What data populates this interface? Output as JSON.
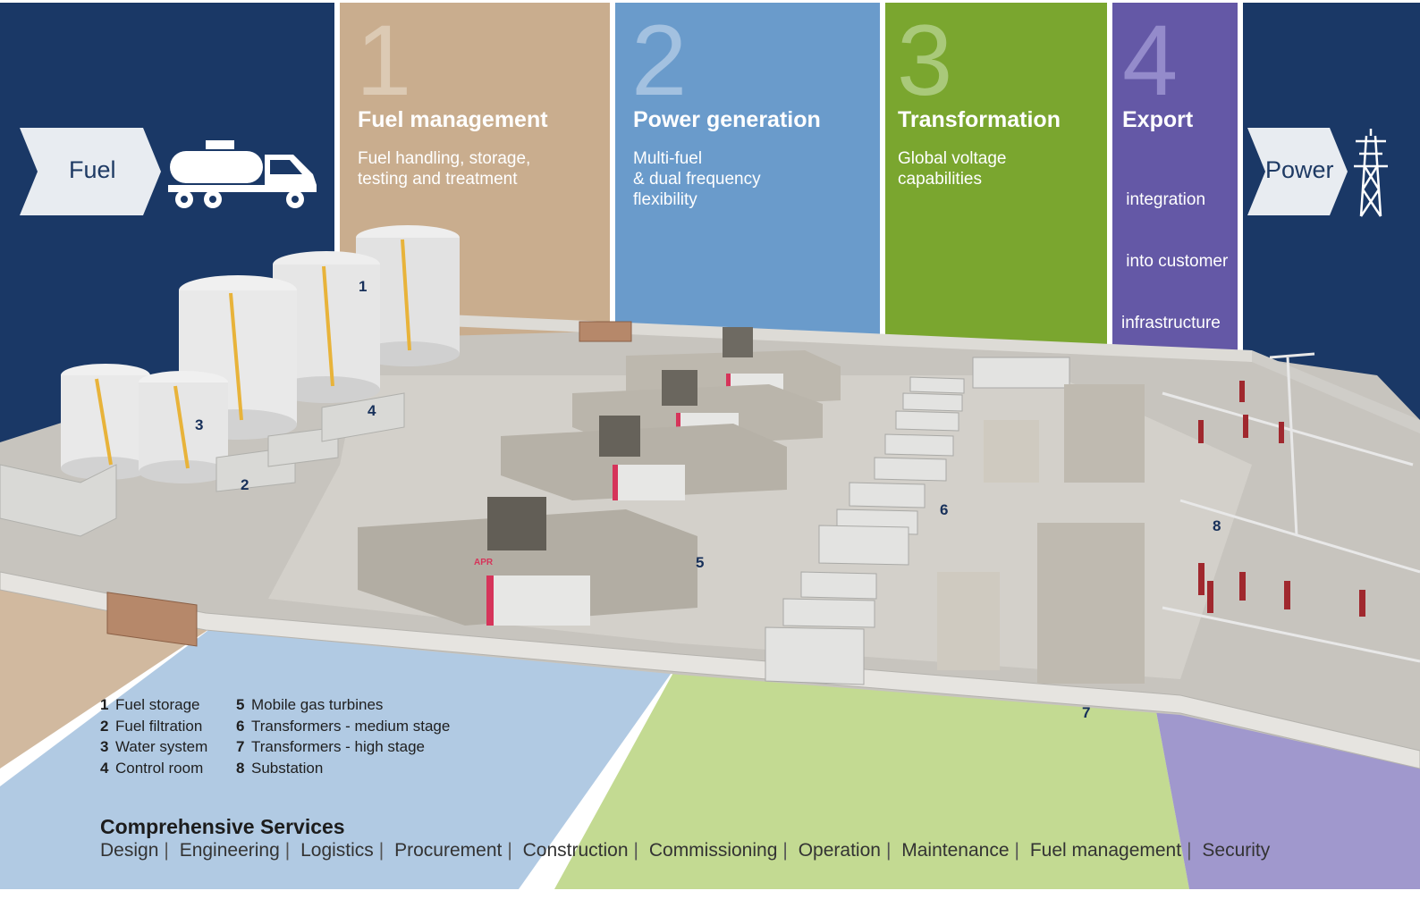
{
  "colors": {
    "navy": "#1a3866",
    "fuel_management": "#c9ad8e",
    "power_generation": "#6a9bcb",
    "transformation": "#7aa62f",
    "export": "#6458a6",
    "arrow_fill": "#e8ecf1"
  },
  "input_arrow": {
    "label": "Fuel",
    "icon": "fuel-truck-icon"
  },
  "output_arrow": {
    "label": "Power",
    "icon": "transmission-tower-icon"
  },
  "stages": [
    {
      "number": "1",
      "title": "Fuel management",
      "lines": [
        "Fuel handling, storage,",
        "testing and treatment"
      ]
    },
    {
      "number": "2",
      "title": "Power generation",
      "lines": [
        "Multi-fuel",
        "& dual frequency",
        "flexibility"
      ]
    },
    {
      "number": "3",
      "title": "Transformation",
      "lines": [
        "Global voltage",
        "capabilities"
      ]
    },
    {
      "number": "4",
      "title": "Export",
      "lines": [
        " integration",
        " into customer",
        "infrastructure"
      ]
    }
  ],
  "site_callouts": [
    "1",
    "2",
    "3",
    "4",
    "5",
    "6",
    "7",
    "8"
  ],
  "brand_marking": "APR",
  "legend": [
    {
      "num": "1",
      "label": "Fuel storage"
    },
    {
      "num": "2",
      "label": "Fuel filtration"
    },
    {
      "num": "3",
      "label": "Water system"
    },
    {
      "num": "4",
      "label": "Control room"
    },
    {
      "num": "5",
      "label": "Mobile gas turbines"
    },
    {
      "num": "6",
      "label": "Transformers - medium stage"
    },
    {
      "num": "7",
      "label": "Transformers - high stage"
    },
    {
      "num": "8",
      "label": "Substation"
    }
  ],
  "services": {
    "title": "Comprehensive Services",
    "items": [
      "Design",
      "Engineering",
      "Logistics",
      "Procurement",
      "Construction",
      "Commissioning",
      "Operation",
      "Maintenance",
      "Fuel management",
      "Security"
    ]
  }
}
